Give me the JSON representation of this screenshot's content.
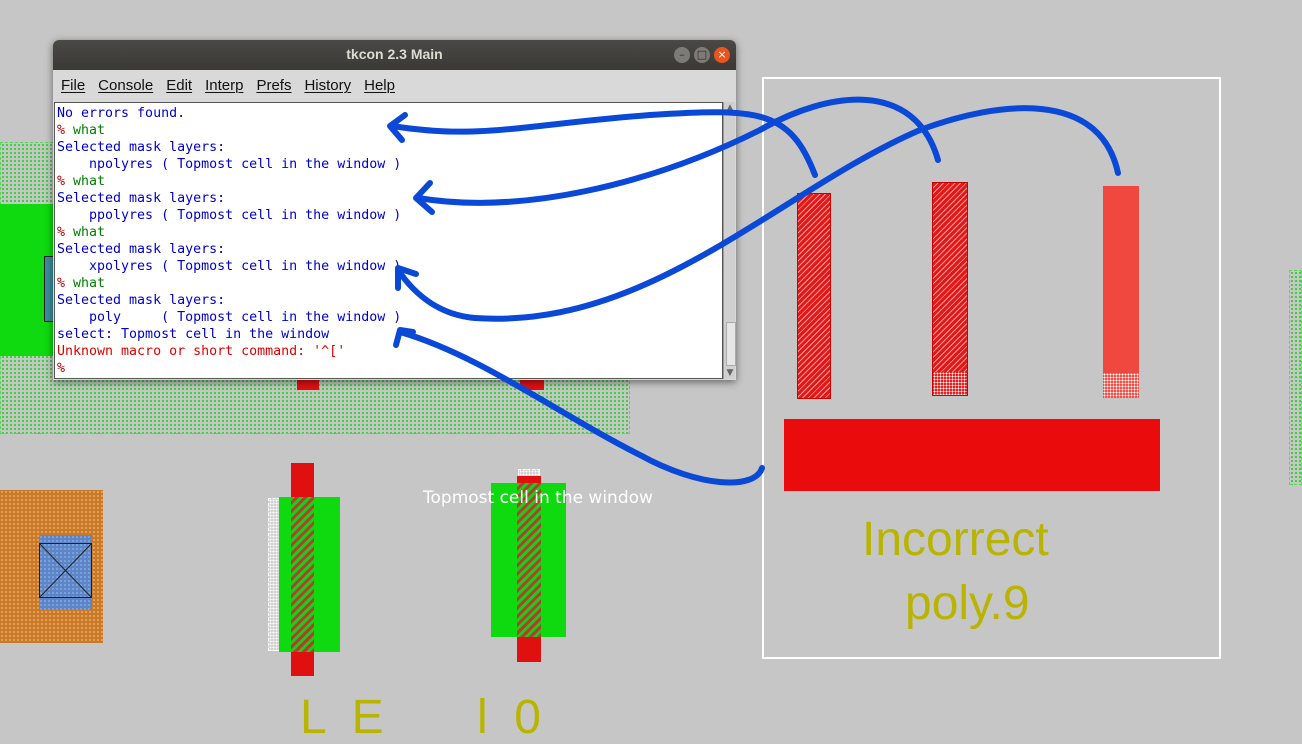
{
  "window": {
    "title": "tkcon 2.3 Main",
    "menu": [
      "File",
      "Console",
      "Edit",
      "Interp",
      "Prefs",
      "History",
      "Help"
    ]
  },
  "console": {
    "lines": [
      {
        "text": "No errors found.",
        "color": "#0000cc"
      },
      {
        "text": "% what",
        "color": "#008000",
        "prompt": true
      },
      {
        "text": "Selected mask layers:",
        "color": "#0000cc"
      },
      {
        "text": "    npolyres ( Topmost cell in the window )",
        "color": "#0000cc"
      },
      {
        "text": "% what",
        "color": "#008000",
        "prompt": true
      },
      {
        "text": "Selected mask layers:",
        "color": "#0000cc"
      },
      {
        "text": "    ppolyres ( Topmost cell in the window )",
        "color": "#0000cc"
      },
      {
        "text": "% what",
        "color": "#008000",
        "prompt": true
      },
      {
        "text": "Selected mask layers:",
        "color": "#0000cc"
      },
      {
        "text": "    xpolyres ( Topmost cell in the window )",
        "color": "#0000cc"
      },
      {
        "text": "% what",
        "color": "#008000",
        "prompt": true
      },
      {
        "text": "Selected mask layers:",
        "color": "#0000cc"
      },
      {
        "text": "    poly     ( Topmost cell in the window )",
        "color": "#0000cc"
      },
      {
        "text": "select: Topmost cell in the window",
        "color": "#0000cc"
      },
      {
        "text": "Unknown macro or short command: '^['",
        "color": "#e00000"
      },
      {
        "text": "%",
        "color": "#b00000"
      }
    ]
  },
  "layout": {
    "overlay_label": "Topmost cell in the window",
    "incorrect_label_line1": "Incorrect",
    "incorrect_label_line2": "poly.9",
    "bottom_partial_label": "L  E       l  0"
  },
  "colors": {
    "background": "#c6c6c6",
    "annotation_arrows": "#0a48d8",
    "poly": "#e01010",
    "label": "#b8b400"
  }
}
